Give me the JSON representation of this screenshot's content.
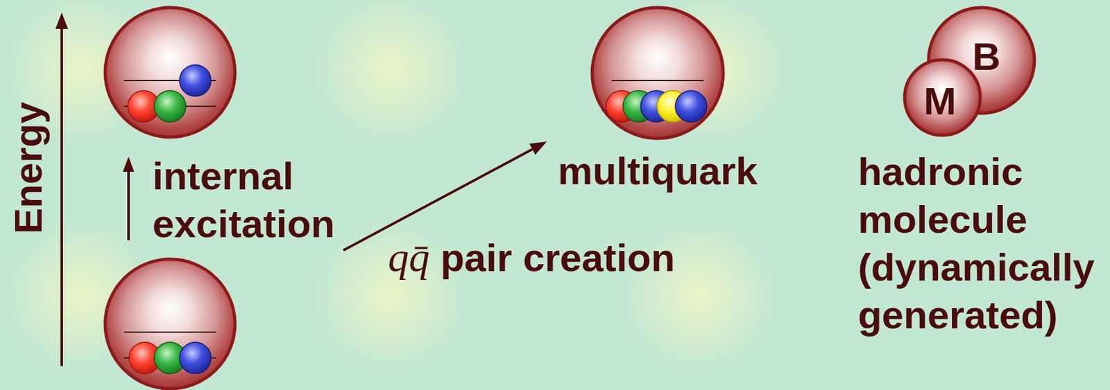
{
  "diagram": {
    "nodes": [
      {
        "text": [
          "multiquark"
        ]
      },
      {
        "text": [
          "B"
        ]
      },
      {
        "text": [
          "M"
        ]
      }
    ],
    "labels": [
      "Energy",
      "internal excitation",
      "qq̄ pair creation",
      "hadronic molecule (dynamically generated)"
    ]
  }
}
